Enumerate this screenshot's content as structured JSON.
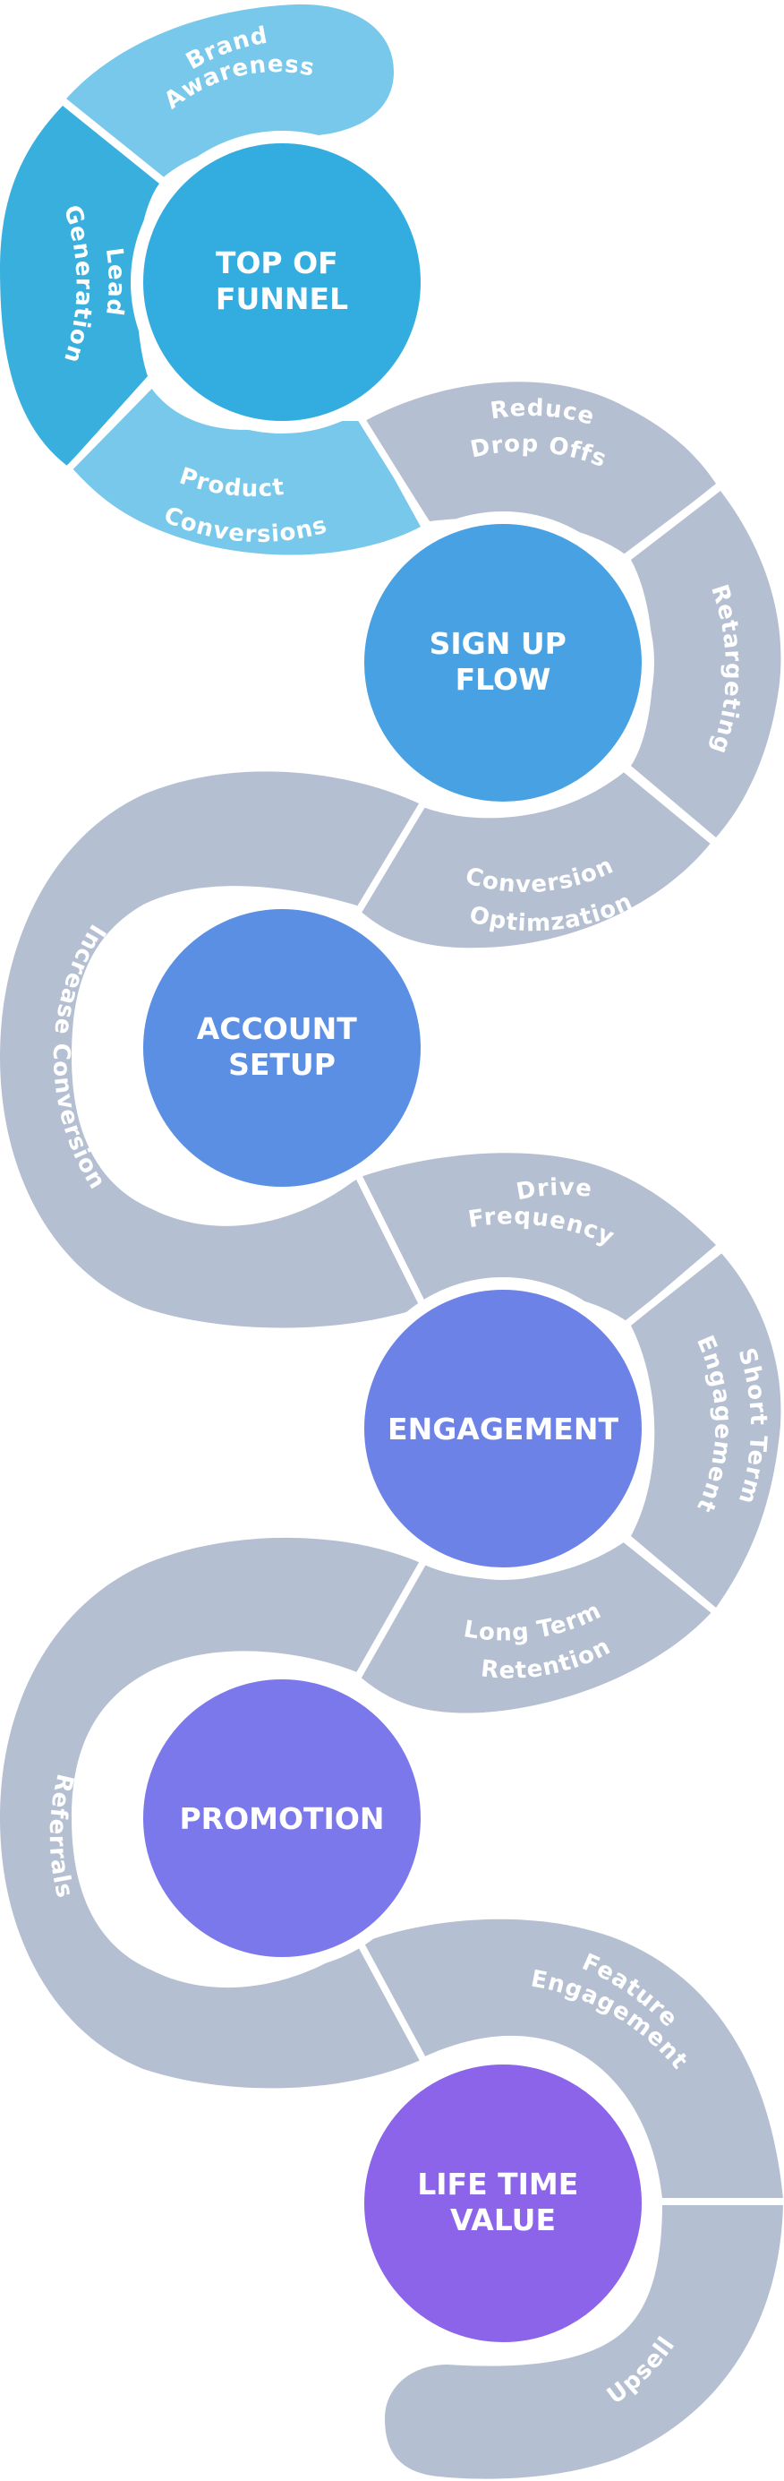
{
  "colors": {
    "gray_band": "#b5bfd2",
    "light_blue_band": "#77c8ea",
    "mid_blue_band": "#38afdc",
    "circle_top_of_funnel": "#33ade0",
    "circle_sign_up_flow": "#47a1e2",
    "circle_account_setup": "#5a8fe3",
    "circle_engagement": "#6d82e7",
    "circle_promotion": "#7b78ec",
    "circle_life_time_value": "#8b64ea"
  },
  "stages": [
    {
      "title_lines": [
        "TOP OF",
        "FUNNEL"
      ],
      "segments": [
        {
          "lines": [
            "Brand",
            "Awareness"
          ]
        },
        {
          "lines": [
            "Lead",
            "Generation"
          ]
        },
        {
          "lines": [
            "Product",
            "Conversions"
          ]
        }
      ]
    },
    {
      "title_lines": [
        "SIGN UP",
        "FLOW"
      ],
      "segments": [
        {
          "lines": [
            "Reduce",
            "Drop Offs"
          ]
        },
        {
          "lines": [
            "Retargeting"
          ]
        },
        {
          "lines": [
            "Conversion",
            "Optimzation"
          ]
        }
      ]
    },
    {
      "title_lines": [
        "ACCOUNT",
        "SETUP"
      ],
      "segments": [
        {
          "lines": [
            "Increase Conversion"
          ]
        }
      ]
    },
    {
      "title_lines": [
        "ENGAGEMENT"
      ],
      "segments": [
        {
          "lines": [
            "Drive",
            "Frequency"
          ]
        },
        {
          "lines": [
            "Short Term",
            "Engagement"
          ]
        },
        {
          "lines": [
            "Long Term",
            "Retention"
          ]
        }
      ]
    },
    {
      "title_lines": [
        "PROMOTION"
      ],
      "segments": [
        {
          "lines": [
            "Referrals"
          ]
        }
      ]
    },
    {
      "title_lines": [
        "LIFE TIME",
        "VALUE"
      ],
      "segments": [
        {
          "lines": [
            "Feature",
            "Engagement"
          ]
        },
        {
          "lines": [
            "Upsell"
          ]
        }
      ]
    }
  ]
}
